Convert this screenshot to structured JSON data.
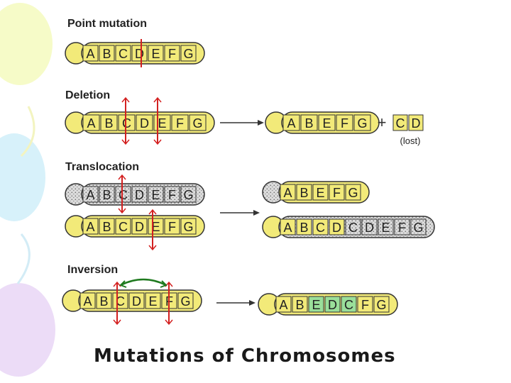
{
  "title": "Mutations of Chromosomes",
  "colors": {
    "chromosome": "#f2ea79",
    "outline": "#333333",
    "arrow": "#d32020",
    "inversion": "#9adf9a",
    "bracket": "#1f7a1f"
  },
  "sections": [
    {
      "label": "Point mutation",
      "chromosomes": [
        {
          "genes": [
            "A",
            "B",
            "C",
            "D",
            "E",
            "F",
            "G"
          ],
          "pattern": "plain"
        }
      ]
    },
    {
      "label": "Deletion",
      "before": {
        "genes": [
          "A",
          "B",
          "C",
          "D",
          "E",
          "F",
          "G"
        ]
      },
      "after": {
        "genes": [
          "A",
          "B",
          "E",
          "F",
          "G"
        ]
      },
      "plus": "+",
      "fragment": [
        "C",
        "D"
      ],
      "fragment_note": "(lost)"
    },
    {
      "label": "Translocation",
      "before": [
        {
          "genes": [
            "A",
            "B",
            "C",
            "D",
            "E",
            "F",
            "G"
          ],
          "pattern": "dotted"
        },
        {
          "genes": [
            "A",
            "B",
            "C",
            "D",
            "E",
            "F",
            "G"
          ],
          "pattern": "plain"
        }
      ],
      "after": [
        {
          "genes": [
            "A",
            "B",
            "E",
            "F",
            "G"
          ],
          "pattern": "mixed"
        },
        {
          "genes": [
            "A",
            "B",
            "C",
            "D",
            "C",
            "D",
            "E",
            "F",
            "G"
          ],
          "pattern": "mixed"
        }
      ]
    },
    {
      "label": "Inversion",
      "before": {
        "genes": [
          "A",
          "B",
          "C",
          "D",
          "E",
          "F",
          "G"
        ]
      },
      "after": {
        "genes": [
          "A",
          "B",
          "E",
          "D",
          "C",
          "F",
          "G"
        ]
      }
    }
  ]
}
